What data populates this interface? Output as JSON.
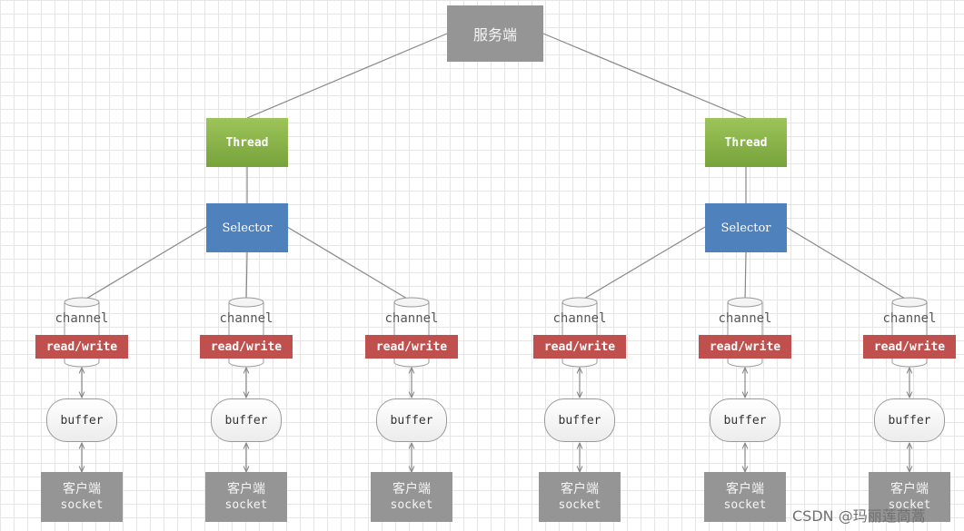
{
  "server": {
    "label": "服务端"
  },
  "threads": [
    {
      "label": "Thread",
      "selector": "Selector"
    },
    {
      "label": "Thread",
      "selector": "Selector"
    }
  ],
  "branches": [
    {
      "channel": "channel",
      "rw": "read/write",
      "buffer": "buffer",
      "client": "客户端",
      "socket": "socket"
    },
    {
      "channel": "channel",
      "rw": "read/write",
      "buffer": "buffer",
      "client": "客户端",
      "socket": "socket"
    },
    {
      "channel": "channel",
      "rw": "read/write",
      "buffer": "buffer",
      "client": "客户端",
      "socket": "socket"
    },
    {
      "channel": "channel",
      "rw": "read/write",
      "buffer": "buffer",
      "client": "客户端",
      "socket": "socket"
    },
    {
      "channel": "channel",
      "rw": "read/write",
      "buffer": "buffer",
      "client": "客户端",
      "socket": "socket"
    },
    {
      "channel": "channel",
      "rw": "read/write",
      "buffer": "buffer",
      "client": "客户端",
      "socket": "socket"
    }
  ],
  "watermark": "CSDN @玛丽莲茼蒿"
}
